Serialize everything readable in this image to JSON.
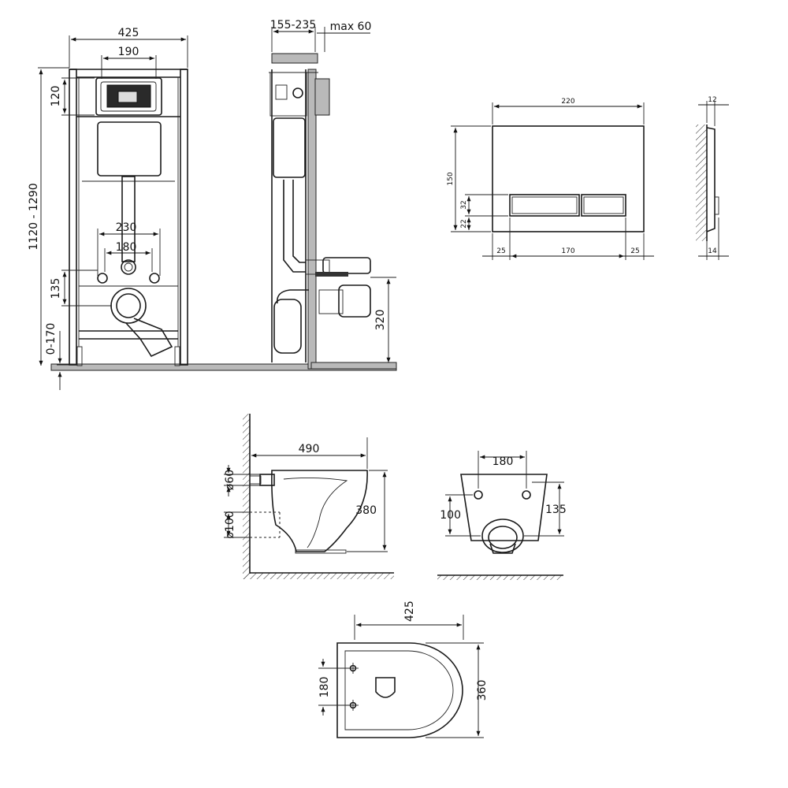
{
  "frame_front": {
    "width": "425",
    "panel_width": "190",
    "height_range": "1120 - 1290",
    "top_offset": "120",
    "pipe_spacing_outer": "230",
    "pipe_spacing_inner": "180",
    "outlet_height": "135",
    "leg_adjust": "0-170"
  },
  "frame_side": {
    "depth_range": "155-235",
    "wall_max": "max 60",
    "outlet_height": "320"
  },
  "flush_plate": {
    "width": "220",
    "height": "150",
    "button_height": "32",
    "bottom_offset": "22",
    "left_margin": "25",
    "button_width": "170",
    "right_margin": "25",
    "depth_top": "12",
    "depth_bottom": "14"
  },
  "bowl_side": {
    "length": "490",
    "inlet_diameter": "ø60",
    "outlet_diameter": "ø100",
    "height": "380"
  },
  "bowl_back": {
    "bolt_spacing": "180",
    "left_height": "100",
    "right_height": "135"
  },
  "bowl_top": {
    "length": "425",
    "bolt_spacing": "180",
    "width": "360"
  }
}
